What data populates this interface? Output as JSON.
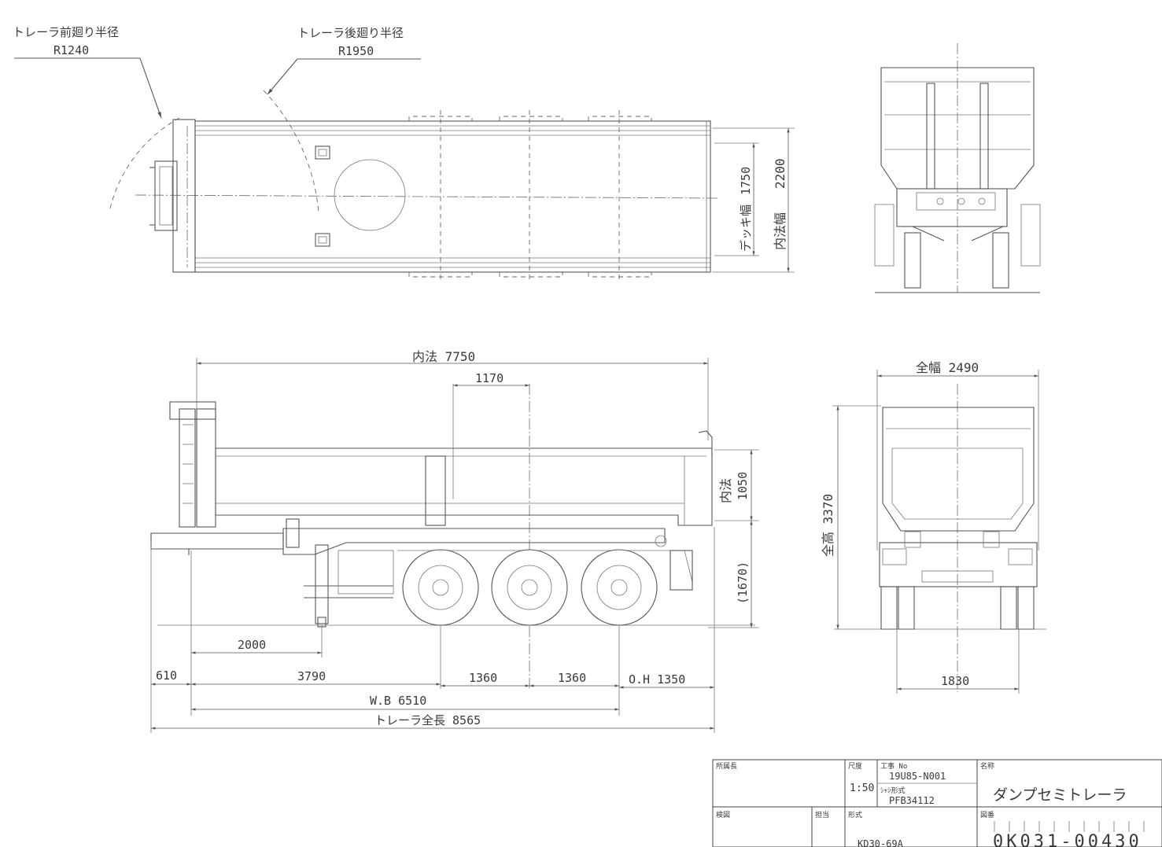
{
  "turning_radius": {
    "front_label": "トレーラ前廻り半径",
    "front_value": "R1240",
    "rear_label": "トレーラ後廻り半径",
    "rear_value": "R1950"
  },
  "top_view": {
    "deck_width_label": "デッキ幅",
    "deck_width": "1750",
    "inner_width_label": "内法幅",
    "inner_width": "2200"
  },
  "side_view": {
    "inner_length": "内法 7750",
    "offset_1170": "1170",
    "inner_height_label": "内法",
    "inner_height": "1050",
    "bed_height": "(1670)",
    "dim_2000": "2000",
    "dim_610": "610",
    "dim_3790": "3790",
    "dim_1360a": "1360",
    "dim_1360b": "1360",
    "overhang": "O.H 1350",
    "wheelbase": "W.B 6510",
    "total_length": "トレーラ全長 8565"
  },
  "rear_view": {
    "total_width": "全幅 2490",
    "total_height": "全高 3370",
    "track": "1830"
  },
  "title_block": {
    "dept_head": "所属長",
    "scale_label": "尺度",
    "scale": "1:50",
    "job_label": "工事 No",
    "job_no": "19U85-N001",
    "chassis_type_label": "ｼｬｼ形式",
    "chassis_type": "PFB34112",
    "name_label": "名称",
    "name": "ダンプセミトレーラ",
    "checked": "検図",
    "person": "担当",
    "model_label": "形式",
    "model": "KD30-69A",
    "drawing_no_label": "図番",
    "drawing_no": "0K031-00430"
  }
}
